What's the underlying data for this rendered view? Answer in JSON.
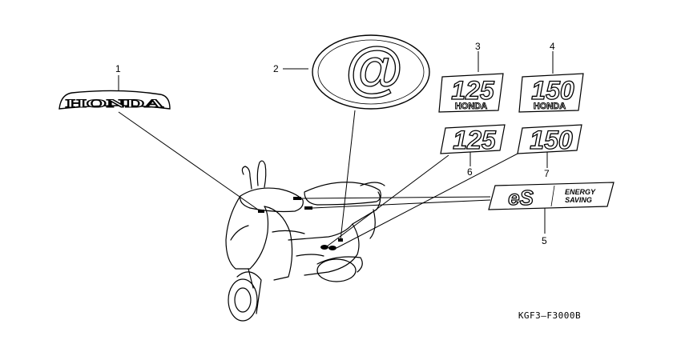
{
  "diagram": {
    "code": "KGF3–F3000B",
    "callouts": [
      {
        "number": "1"
      },
      {
        "number": "2"
      },
      {
        "number": "3"
      },
      {
        "number": "4"
      },
      {
        "number": "5"
      },
      {
        "number": "6"
      },
      {
        "number": "7"
      }
    ],
    "decals": {
      "honda_emblem": "HONDA",
      "at_mark": "@",
      "d125": {
        "number": "125",
        "brand": "HONDA"
      },
      "d150": {
        "number": "150",
        "brand": "HONDA"
      },
      "n125": "125",
      "n150": "150",
      "energy_saving": {
        "logo": "eS",
        "line1": "ENERGY",
        "line2": "SAVING"
      }
    }
  }
}
